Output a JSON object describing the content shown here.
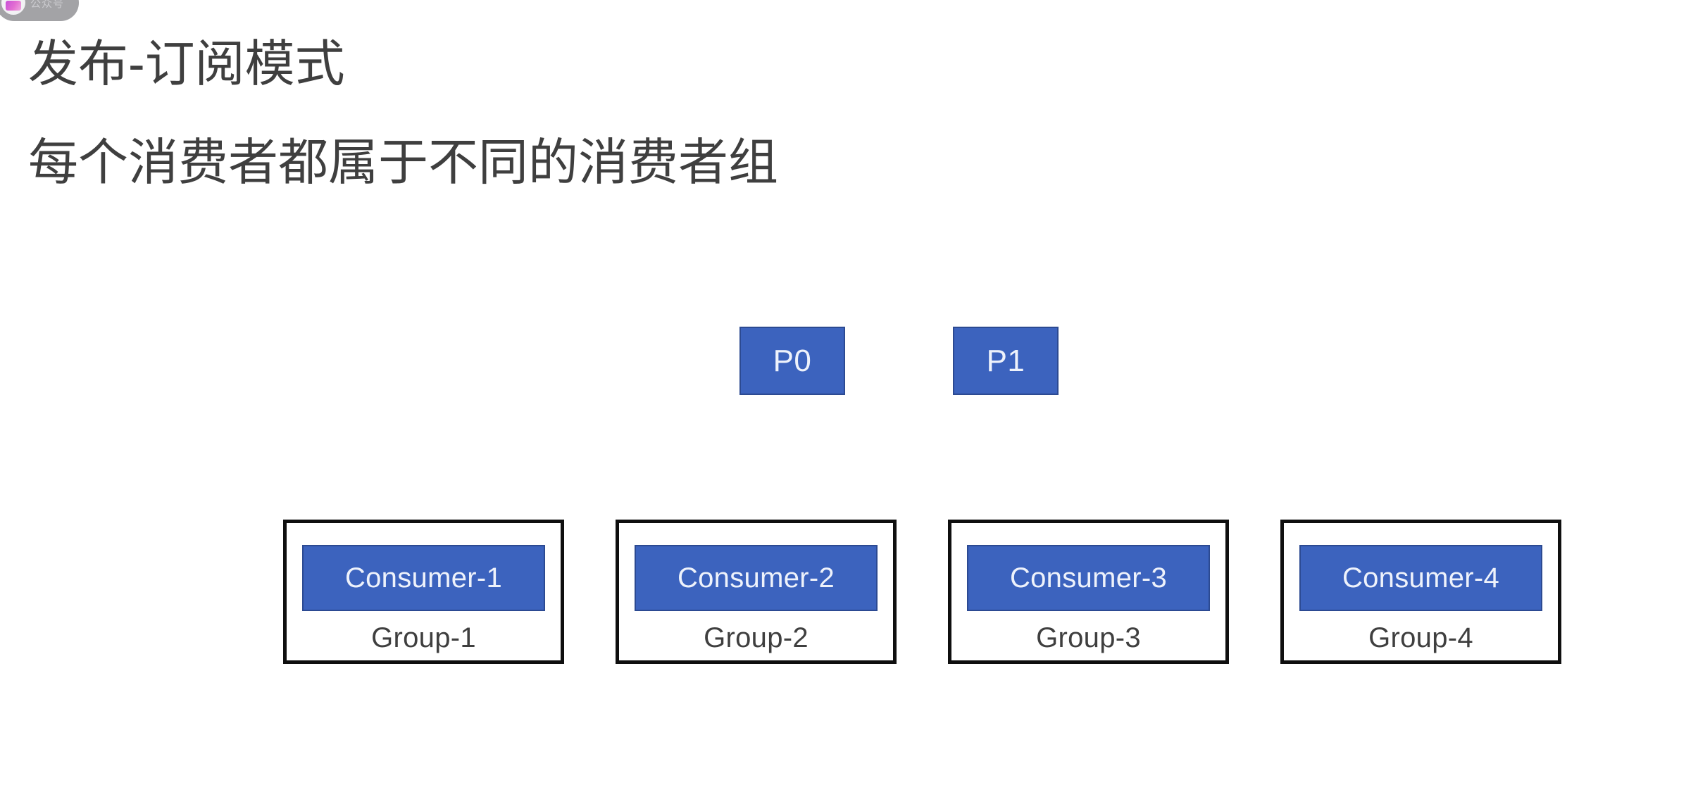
{
  "watermark": {
    "avatar_icon": "user-avatar-icon",
    "label": "公众号"
  },
  "slide": {
    "title": "发布-订阅模式",
    "subtitle": "每个消费者都属于不同的消费者组"
  },
  "colors": {
    "box_fill": "#3c63be",
    "box_border": "#2c4a92",
    "group_border": "#0f0f0f",
    "text": "#3f3f3f",
    "box_text": "#eef2fb",
    "watermark_pill": "#a3a3a6",
    "background": "#ffffff"
  },
  "partitions": [
    {
      "label": "P0"
    },
    {
      "label": "P1"
    }
  ],
  "groups": [
    {
      "consumer": "Consumer-1",
      "group": "Group-1"
    },
    {
      "consumer": "Consumer-2",
      "group": "Group-2"
    },
    {
      "consumer": "Consumer-3",
      "group": "Group-3"
    },
    {
      "consumer": "Consumer-4",
      "group": "Group-4"
    }
  ]
}
